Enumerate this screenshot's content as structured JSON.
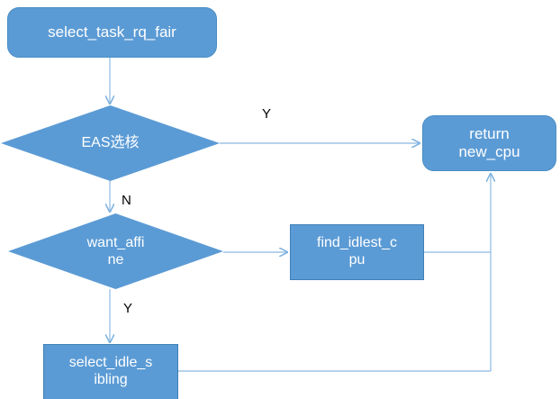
{
  "diagram": {
    "title": "select_task_rq_fair flowchart",
    "colors": {
      "node_fill": "#5b9bd5",
      "node_text": "#ffffff",
      "edge_stroke": "#9dc3e6",
      "edge_label_text": "#000000",
      "background": "#ffffff",
      "rect_border": "#3f7fb5"
    },
    "nodes": [
      {
        "id": "select_task_rq_fair",
        "label": "select_task_rq_fair",
        "shape": "rounded-rectangle"
      },
      {
        "id": "eas",
        "label": "EAS选核",
        "shape": "diamond"
      },
      {
        "id": "want_affine",
        "label": "want_affi\nne",
        "shape": "diamond"
      },
      {
        "id": "find_idlest_cpu",
        "label": "find_idlest_c\npu",
        "shape": "rectangle"
      },
      {
        "id": "select_idle_sibling",
        "label": "select_idle_s\nibling",
        "shape": "rectangle"
      },
      {
        "id": "return_new_cpu",
        "label": "return\nnew_cpu",
        "shape": "rounded-rectangle"
      }
    ],
    "edges": [
      {
        "id": "e1",
        "from": "select_task_rq_fair",
        "to": "eas",
        "label": ""
      },
      {
        "id": "e2",
        "from": "eas",
        "to": "return_new_cpu",
        "label": "Y"
      },
      {
        "id": "e3",
        "from": "eas",
        "to": "want_affine",
        "label": "N"
      },
      {
        "id": "e4",
        "from": "want_affine",
        "to": "find_idlest_cpu",
        "label": ""
      },
      {
        "id": "e5",
        "from": "want_affine",
        "to": "select_idle_sibling",
        "label": "Y"
      },
      {
        "id": "e6",
        "from": "find_idlest_cpu",
        "to": "return_new_cpu",
        "label": ""
      },
      {
        "id": "e7",
        "from": "select_idle_sibling",
        "to": "return_new_cpu",
        "label": ""
      }
    ],
    "edge_labels": {
      "eas_yes": "Y",
      "eas_no": "N",
      "want_affine_yes": "Y"
    }
  }
}
